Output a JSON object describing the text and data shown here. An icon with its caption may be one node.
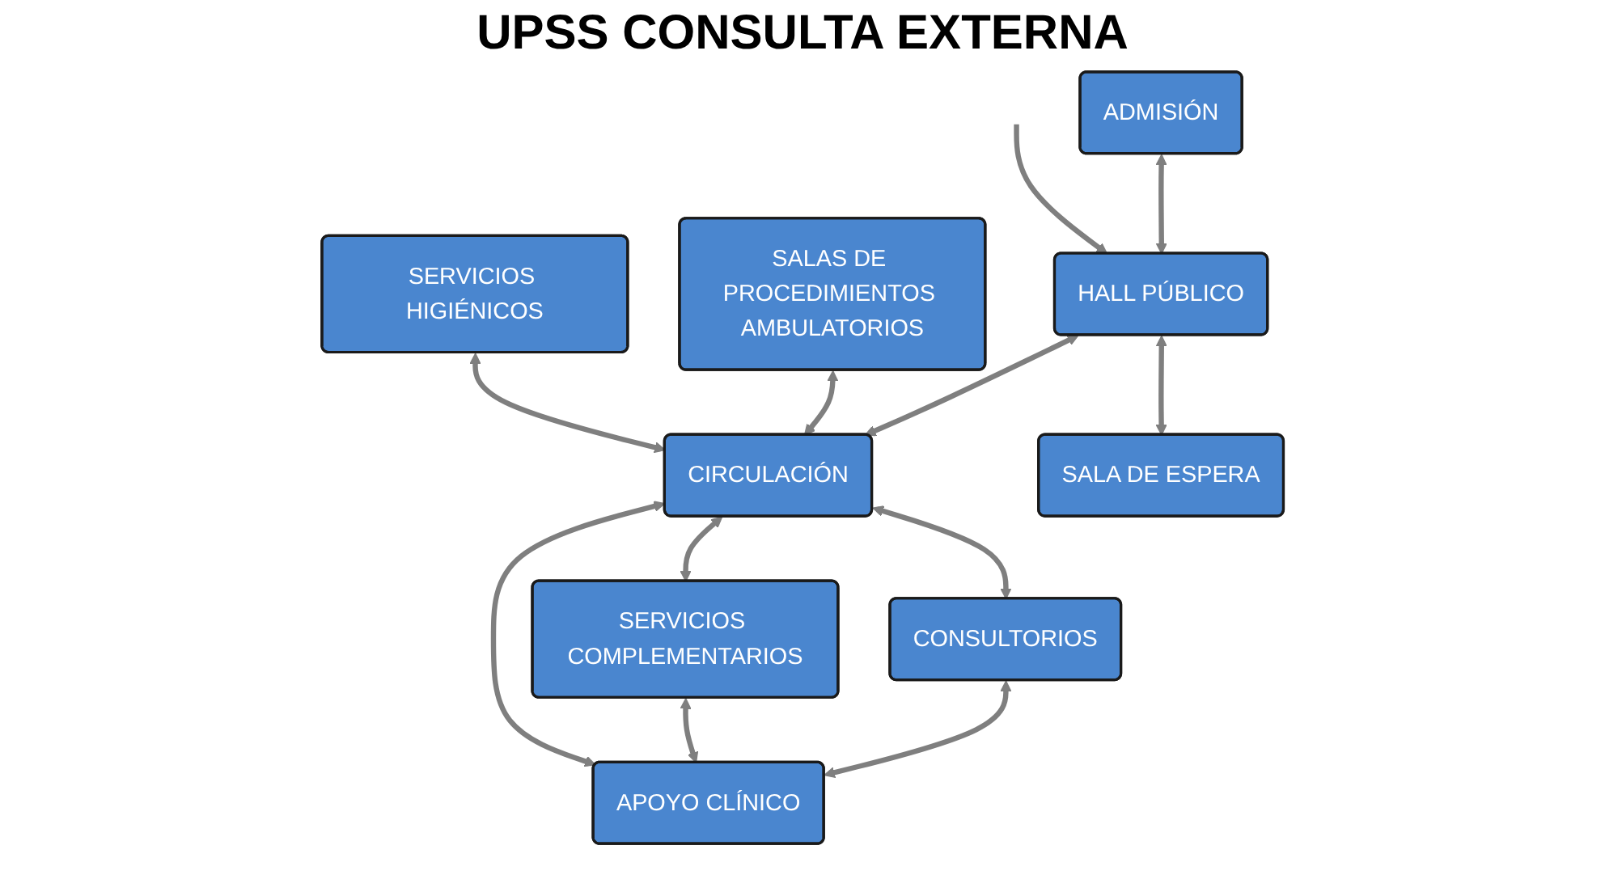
{
  "diagram": {
    "title": "UPSS CONSULTA EXTERNA",
    "nodes": [
      {
        "text": [
          "ADMISIÓN"
        ]
      },
      {
        "text": [
          "SERVICIOS HIGIÉNICOS"
        ]
      },
      {
        "text": [
          "SALAS DE PROCEDIMIENTOS AMBULATORIOS"
        ]
      },
      {
        "text": [
          "SERVICIOS COMPLEMENTARIOS"
        ]
      },
      {
        "text": [
          "HALL PÚBLICO"
        ]
      },
      {
        "text": [
          "CIRCULACIÓN"
        ]
      },
      {
        "text": [
          "SALA DE ESPERA"
        ]
      },
      {
        "text": [
          "CONSULTORIOS"
        ]
      },
      {
        "text": [
          "APOYO CLÍNICO"
        ]
      }
    ],
    "edges": [
      {
        "from": null,
        "to": 4,
        "arrow": "to"
      },
      {
        "from": 0,
        "to": 4,
        "arrow": "both"
      },
      {
        "from": 1,
        "to": 5,
        "arrow": "both"
      },
      {
        "from": 2,
        "to": 5,
        "arrow": "both"
      },
      {
        "from": 4,
        "to": 5,
        "arrow": "both"
      },
      {
        "from": 5,
        "to": 3,
        "arrow": "both"
      },
      {
        "from": 4,
        "to": 6,
        "arrow": "both"
      },
      {
        "from": 5,
        "to": 7,
        "arrow": "both"
      },
      {
        "from": 5,
        "to": 8,
        "arrow": "both"
      },
      {
        "from": 3,
        "to": 8,
        "arrow": "both"
      },
      {
        "from": 7,
        "to": 8,
        "arrow": "both"
      }
    ]
  }
}
